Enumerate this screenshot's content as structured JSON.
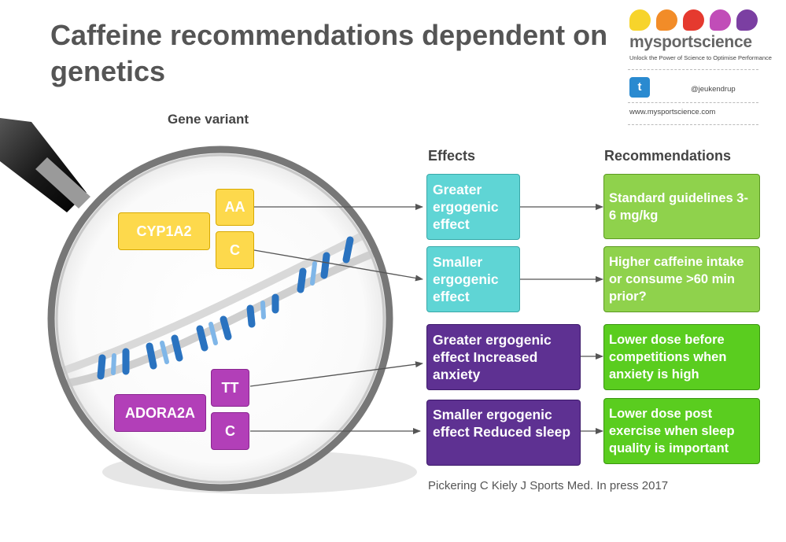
{
  "title": "Caffeine recommendations dependent on genetics",
  "logo": {
    "brand": "mysportscience",
    "tagline": "Unlock the Power of Science to Optimise Performance",
    "twitter_handle": "@jeukendrup",
    "website": "www.mysportscience.com",
    "dot_colors": [
      "#f7d42b",
      "#f28c28",
      "#e53a2f",
      "#c14db8",
      "#7b3fa2"
    ],
    "twitter_icon": "twitter-bird-icon"
  },
  "headers": {
    "gene_variant": "Gene variant",
    "effects": "Effects",
    "recommendations": "Recommendations"
  },
  "genes": [
    {
      "name": "CYP1A2",
      "variants": [
        "AA",
        "C"
      ]
    },
    {
      "name": "ADORA2A",
      "variants": [
        "TT",
        "C"
      ]
    }
  ],
  "effects": [
    "Greater ergogenic effect",
    "Smaller ergogenic effect",
    "Greater ergogenic effect Increased anxiety",
    "Smaller ergogenic effect Reduced sleep"
  ],
  "recommendations": [
    "Standard guidelines 3-6 mg/kg",
    "Higher caffeine intake or consume >60 min prior?",
    "Lower dose before competitions when anxiety is high",
    "Lower dose post exercise when sleep quality is important"
  ],
  "citation": "Pickering C Kiely J Sports Med. In press 2017",
  "colors": {
    "gene_yellow": "#fdd94c",
    "gene_purple": "#b23fb8",
    "effect_teal": "#5fd5d5",
    "effect_purple": "#5e3192",
    "rec_light_green": "#8fd24c",
    "rec_green": "#5acd1f",
    "title_gray": "#555555"
  }
}
